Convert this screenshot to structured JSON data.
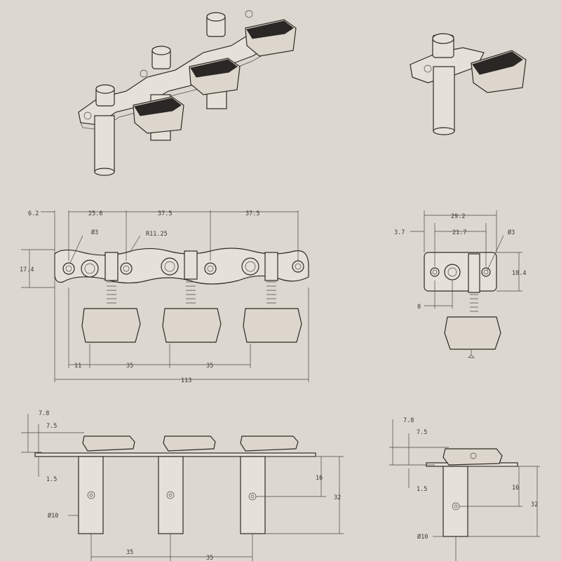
{
  "front_view": {
    "dims_top": [
      "6.2",
      "25.6",
      "37.5",
      "37.5"
    ],
    "hole_label": "Ø3",
    "radius_label": "R11.25",
    "height_label": "17.4",
    "dims_bottom": [
      "11",
      "35",
      "35"
    ],
    "overall_label": "113"
  },
  "single_front_view": {
    "width_label": "29.2",
    "inner_label": "21.7",
    "left_label": "3.7",
    "hole_label": "Ø3",
    "height_label": "18.4",
    "offset_label": "8"
  },
  "side_view": {
    "dim_7_8": "7.8",
    "dim_7_5": "7.5",
    "dim_1_5": "1.5",
    "dim_16": "16",
    "dim_32": "32",
    "diameter_label": "Ø10",
    "spacing_labels": [
      "35",
      "35"
    ]
  },
  "single_side_view": {
    "dim_7_8": "7.8",
    "dim_7_5": "7.5",
    "dim_1_5": "1.5",
    "dim_16": "16",
    "dim_32": "32",
    "diameter_label": "Ø10"
  }
}
